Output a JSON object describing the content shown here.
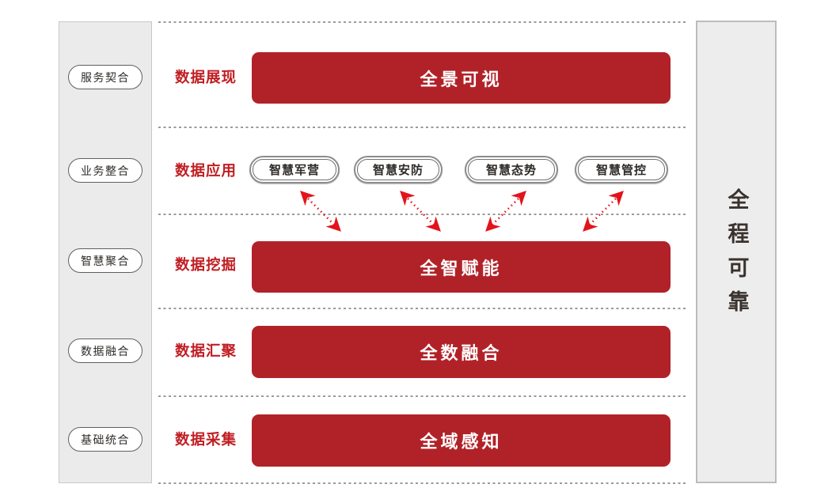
{
  "diagram": {
    "left_panel": {
      "items": [
        {
          "label": "服务契合"
        },
        {
          "label": "业务整合"
        },
        {
          "label": "智慧聚合"
        },
        {
          "label": "数据融合"
        },
        {
          "label": "基础统合"
        }
      ]
    },
    "right_panel": {
      "label": "全程可靠"
    },
    "row_labels": [
      {
        "label": "数据展现"
      },
      {
        "label": "数据应用"
      },
      {
        "label": "数据挖掘"
      },
      {
        "label": "数据汇聚"
      },
      {
        "label": "数据采集"
      }
    ],
    "banners": [
      {
        "label": "全景可视"
      },
      {
        "label": "全智赋能"
      },
      {
        "label": "全数融合"
      },
      {
        "label": "全域感知"
      }
    ],
    "app_pills": [
      {
        "label": "智慧军营"
      },
      {
        "label": "智慧安防"
      },
      {
        "label": "智慧态势"
      },
      {
        "label": "智慧管控"
      }
    ],
    "colors": {
      "banner_red": "#B12228",
      "label_red": "#C01E23",
      "arrow_red": "#E3131B",
      "panel_gray": "#EBEBEB"
    }
  }
}
